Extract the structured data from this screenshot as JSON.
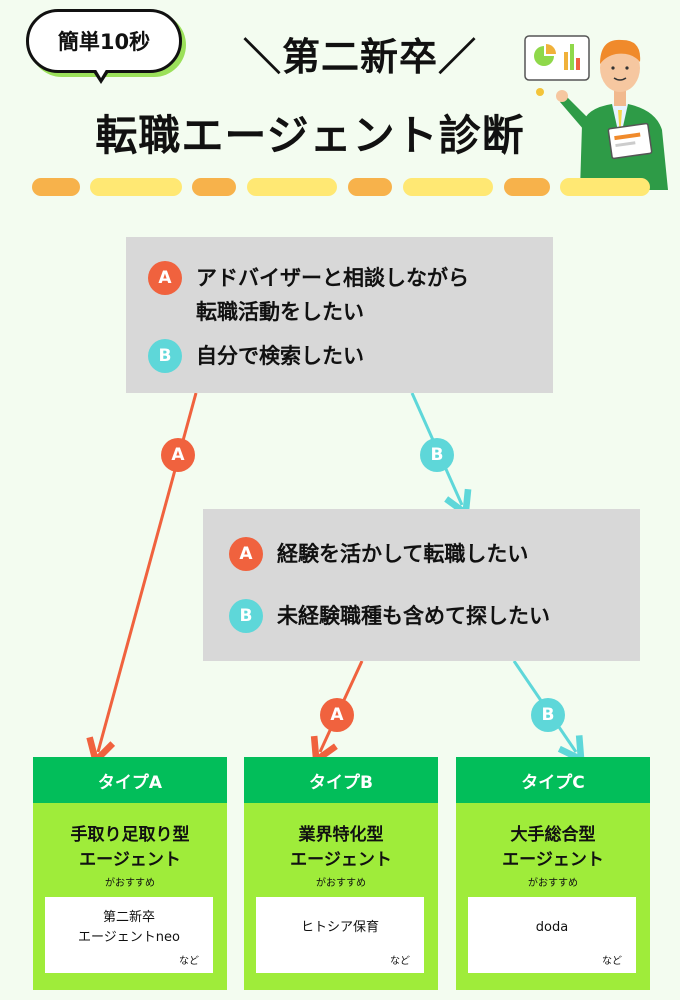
{
  "header": {
    "bubble": "簡単10秒",
    "title_line1": "＼第二新卒／",
    "title_line2": "転職エージェント診断"
  },
  "question1": {
    "option_a": {
      "badge": "A",
      "text": "アドバイザーと相談しながら\n転職活動をしたい"
    },
    "option_b": {
      "badge": "B",
      "text": "自分で検索したい"
    }
  },
  "question2": {
    "option_a": {
      "badge": "A",
      "text": "経験を活かして転職したい"
    },
    "option_b": {
      "badge": "B",
      "text": "未経験職種も含めて探したい"
    }
  },
  "paths": {
    "q1_a": "A",
    "q1_b": "B",
    "q2_a": "A",
    "q2_b": "B"
  },
  "results": [
    {
      "type": "タイプA",
      "name": "手取り足取り型\nエージェント",
      "reco": "がおすすめ",
      "agent": "第二新卒\nエージェントneo",
      "nado": "など"
    },
    {
      "type": "タイプB",
      "name": "業界特化型\nエージェント",
      "reco": "がおすすめ",
      "agent": "ヒトシア保育",
      "nado": "など"
    },
    {
      "type": "タイプC",
      "name": "大手総合型\nエージェント",
      "reco": "がおすすめ",
      "agent": "doda",
      "nado": "など"
    }
  ],
  "colors": {
    "background": "#F3FCF0",
    "option_a": "#F0623E",
    "option_b": "#5ED7D9",
    "card_header": "#02BE5A",
    "card_body": "#9FEC3A",
    "question_box": "#D8D8D8"
  }
}
